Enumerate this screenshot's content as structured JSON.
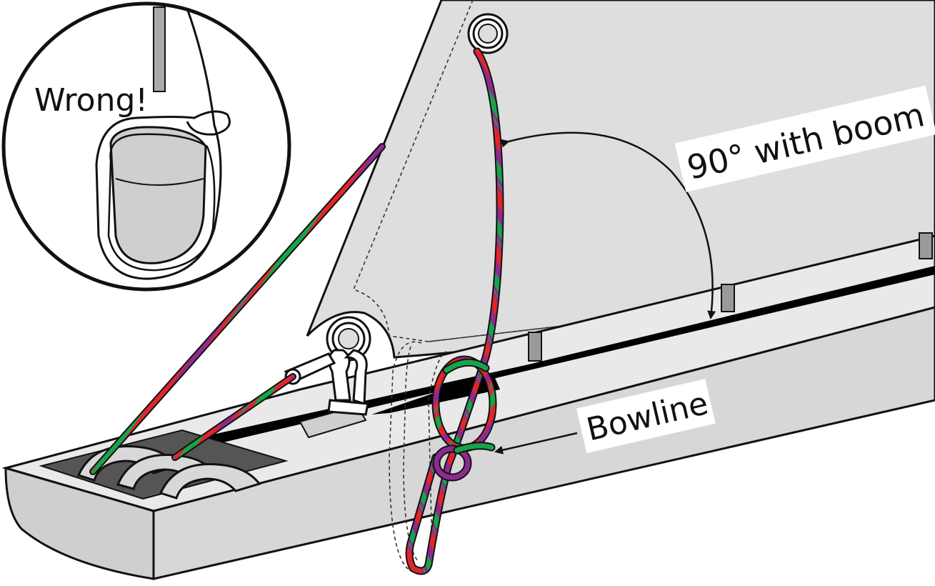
{
  "labels": {
    "angle": "90° with boom",
    "knot": "Bowline",
    "inset": "Wrong!"
  },
  "colors": {
    "sail": "#dedede",
    "boom_top": "#e9e9e9",
    "boom_side": "#d7d7d7",
    "boom_end": "#cfcfcf",
    "slot": "#000000",
    "outline": "#111111",
    "rope_red": "#e0262b",
    "rope_green": "#17a34a",
    "rope_purple": "#8e2a8e",
    "rope_gray": "#666666"
  },
  "icons": [
    "grommet-icon",
    "shackle-icon",
    "sheave-icon",
    "arrow-icon"
  ]
}
